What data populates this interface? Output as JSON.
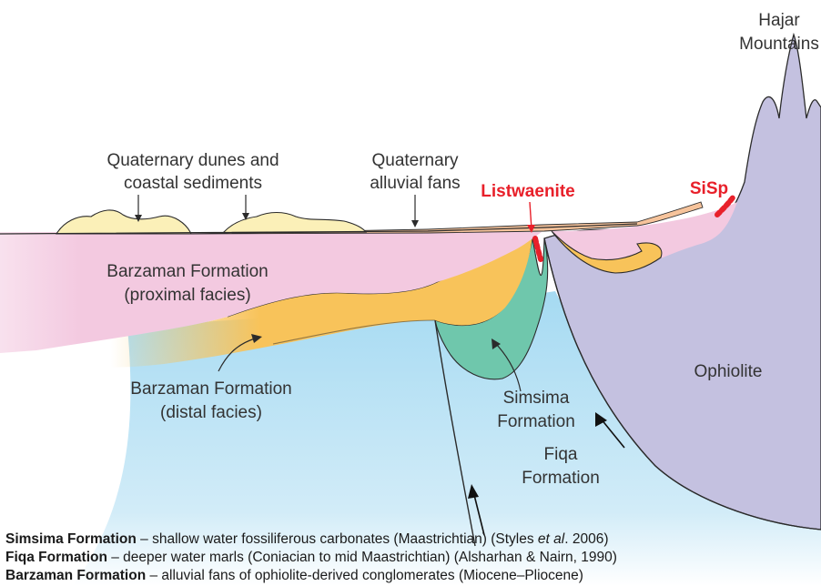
{
  "labels": {
    "hajar_line1": "Hajar",
    "hajar_line2": "Mountains",
    "dunes_line1": "Quaternary dunes and",
    "dunes_line2": "coastal sediments",
    "fans_line1": "Quaternary",
    "fans_line2": "alluvial fans",
    "listwaenite": "Listwaenite",
    "sisp": "SiSp",
    "barz_prox_line1": "Barzaman Formation",
    "barz_prox_line2": "(proximal facies)",
    "barz_dist_line1": "Barzaman Formation",
    "barz_dist_line2": "(distal facies)",
    "ophiolite": "Ophiolite",
    "simsima_line1": "Simsima",
    "simsima_line2": "Formation",
    "fiqa_line1": "Fiqa",
    "fiqa_line2": "Formation"
  },
  "legend": [
    {
      "name": "Simsima Formation",
      "desc": " – shallow water fossiliferous carbonates (Maastrichtian) (Styles ",
      "italic": "et al",
      "tail": ". 2006)"
    },
    {
      "name": "Fiqa Formation",
      "desc": " – deeper water marls (Coniacian to mid Maastrichtian) (Alsharhan & Nairn, 1990)",
      "italic": "",
      "tail": ""
    },
    {
      "name": "Barzaman Formation",
      "desc": " – alluvial fans of ophiolite-derived conglomerates (Miocene–Pliocene)",
      "italic": "",
      "tail": ""
    }
  ],
  "colors": {
    "proximal": "#f3c9e0",
    "distal": "#f8c35a",
    "simsima": "#6fc7ac",
    "fiqa": "#a9dcf3",
    "ophiolite": "#c4c1e0",
    "dunes": "#fbf0b8",
    "fans": "#f6c39b",
    "accent_red": "#e8202a"
  }
}
